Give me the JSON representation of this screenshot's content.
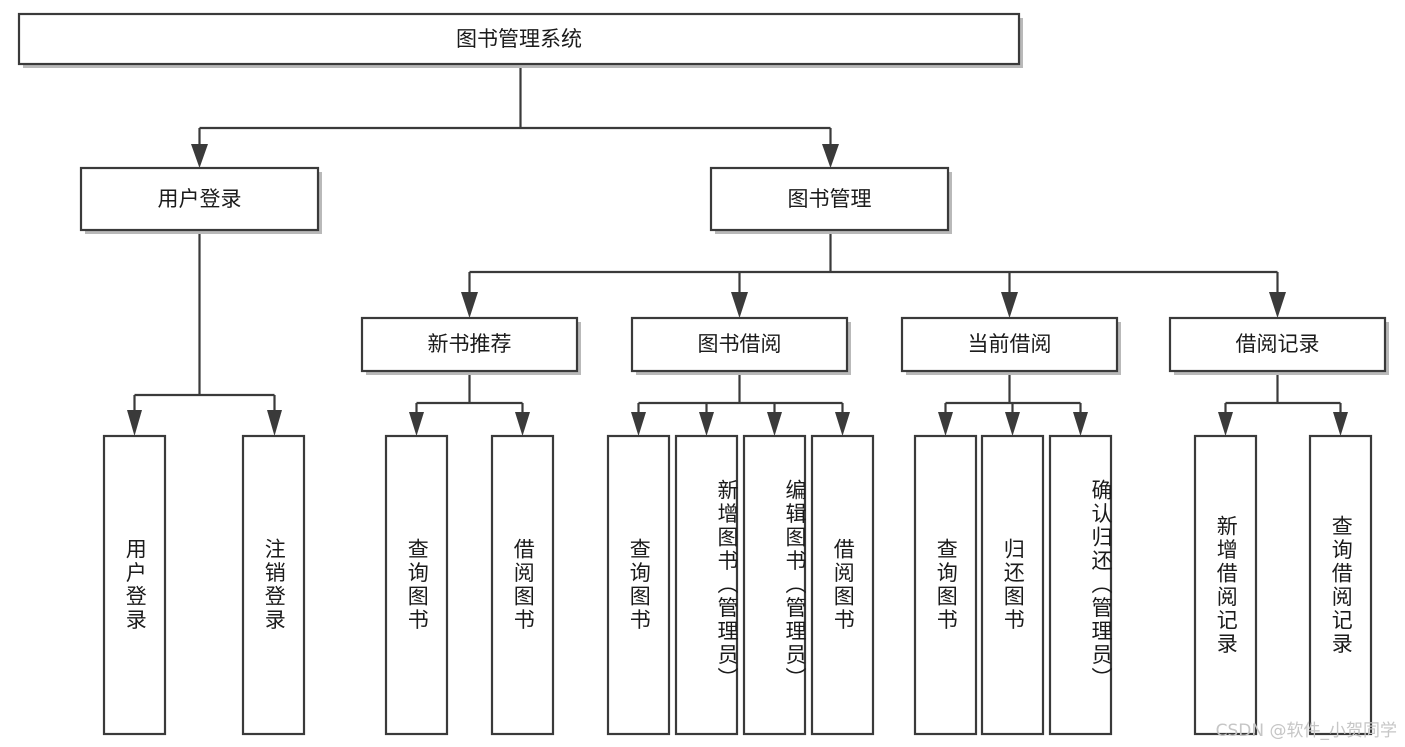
{
  "diagram": {
    "type": "tree",
    "title": "图书管理系统",
    "watermark": "CSDN @软件_小贺同学",
    "colors": {
      "box_stroke": "#3a3a3a",
      "box_fill": "#ffffff",
      "text": "#1b1b1b",
      "shadow": "#b9b9b9",
      "watermark": "#c6c6c6"
    },
    "levels": {
      "root": {
        "label": "图书管理系统"
      },
      "level2": [
        {
          "label": "用户登录"
        },
        {
          "label": "图书管理"
        }
      ],
      "level3": [
        {
          "label": "新书推荐"
        },
        {
          "label": "图书借阅"
        },
        {
          "label": "当前借阅"
        },
        {
          "label": "借阅记录"
        }
      ],
      "leaves": {
        "user_login": [
          {
            "label": "用户登录"
          },
          {
            "label": "注销登录"
          }
        ],
        "new_book_recommend": [
          {
            "label": "查询图书"
          },
          {
            "label": "借阅图书"
          }
        ],
        "book_borrow": [
          {
            "label": "查询图书"
          },
          {
            "label": "新增图书（管理员）"
          },
          {
            "label": "编辑图书（管理员）"
          },
          {
            "label": "借阅图书"
          }
        ],
        "current_borrow": [
          {
            "label": "查询图书"
          },
          {
            "label": "归还图书"
          },
          {
            "label": "确认归还（管理员）"
          }
        ],
        "borrow_record": [
          {
            "label": "新增借阅记录"
          },
          {
            "label": "查询借阅记录"
          }
        ]
      }
    }
  }
}
